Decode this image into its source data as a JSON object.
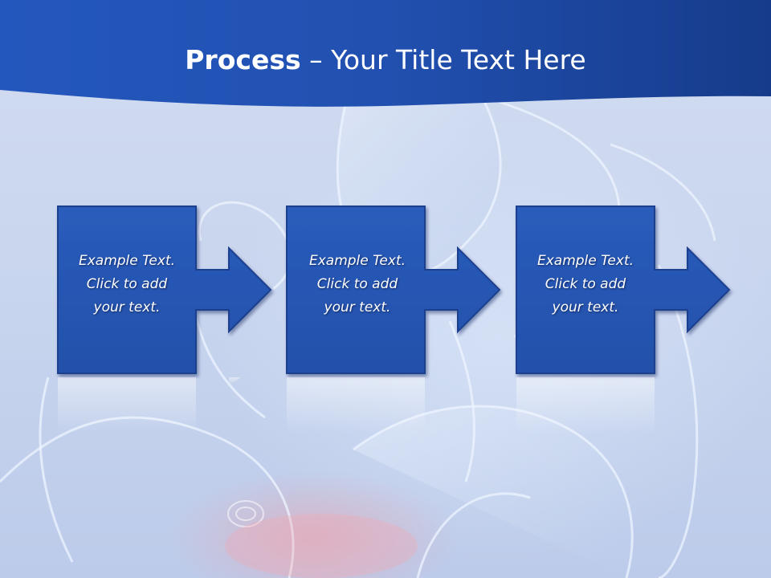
{
  "slide": {
    "title_bold": "Process",
    "title_rest": " – Your Title Text Here"
  },
  "process": {
    "steps": [
      {
        "line1": "Example Text.",
        "line2": "Click  to add",
        "line3": "your text."
      },
      {
        "line1": "Example Text.",
        "line2": "Click  to add",
        "line3": "your text."
      },
      {
        "line1": "Example Text.",
        "line2": "Click  to add",
        "line3": "your text."
      }
    ]
  },
  "colors": {
    "header": "#1e4fae",
    "box": "#2457b4",
    "box_border": "#1a3f8e",
    "background": "#c8d5ee"
  }
}
